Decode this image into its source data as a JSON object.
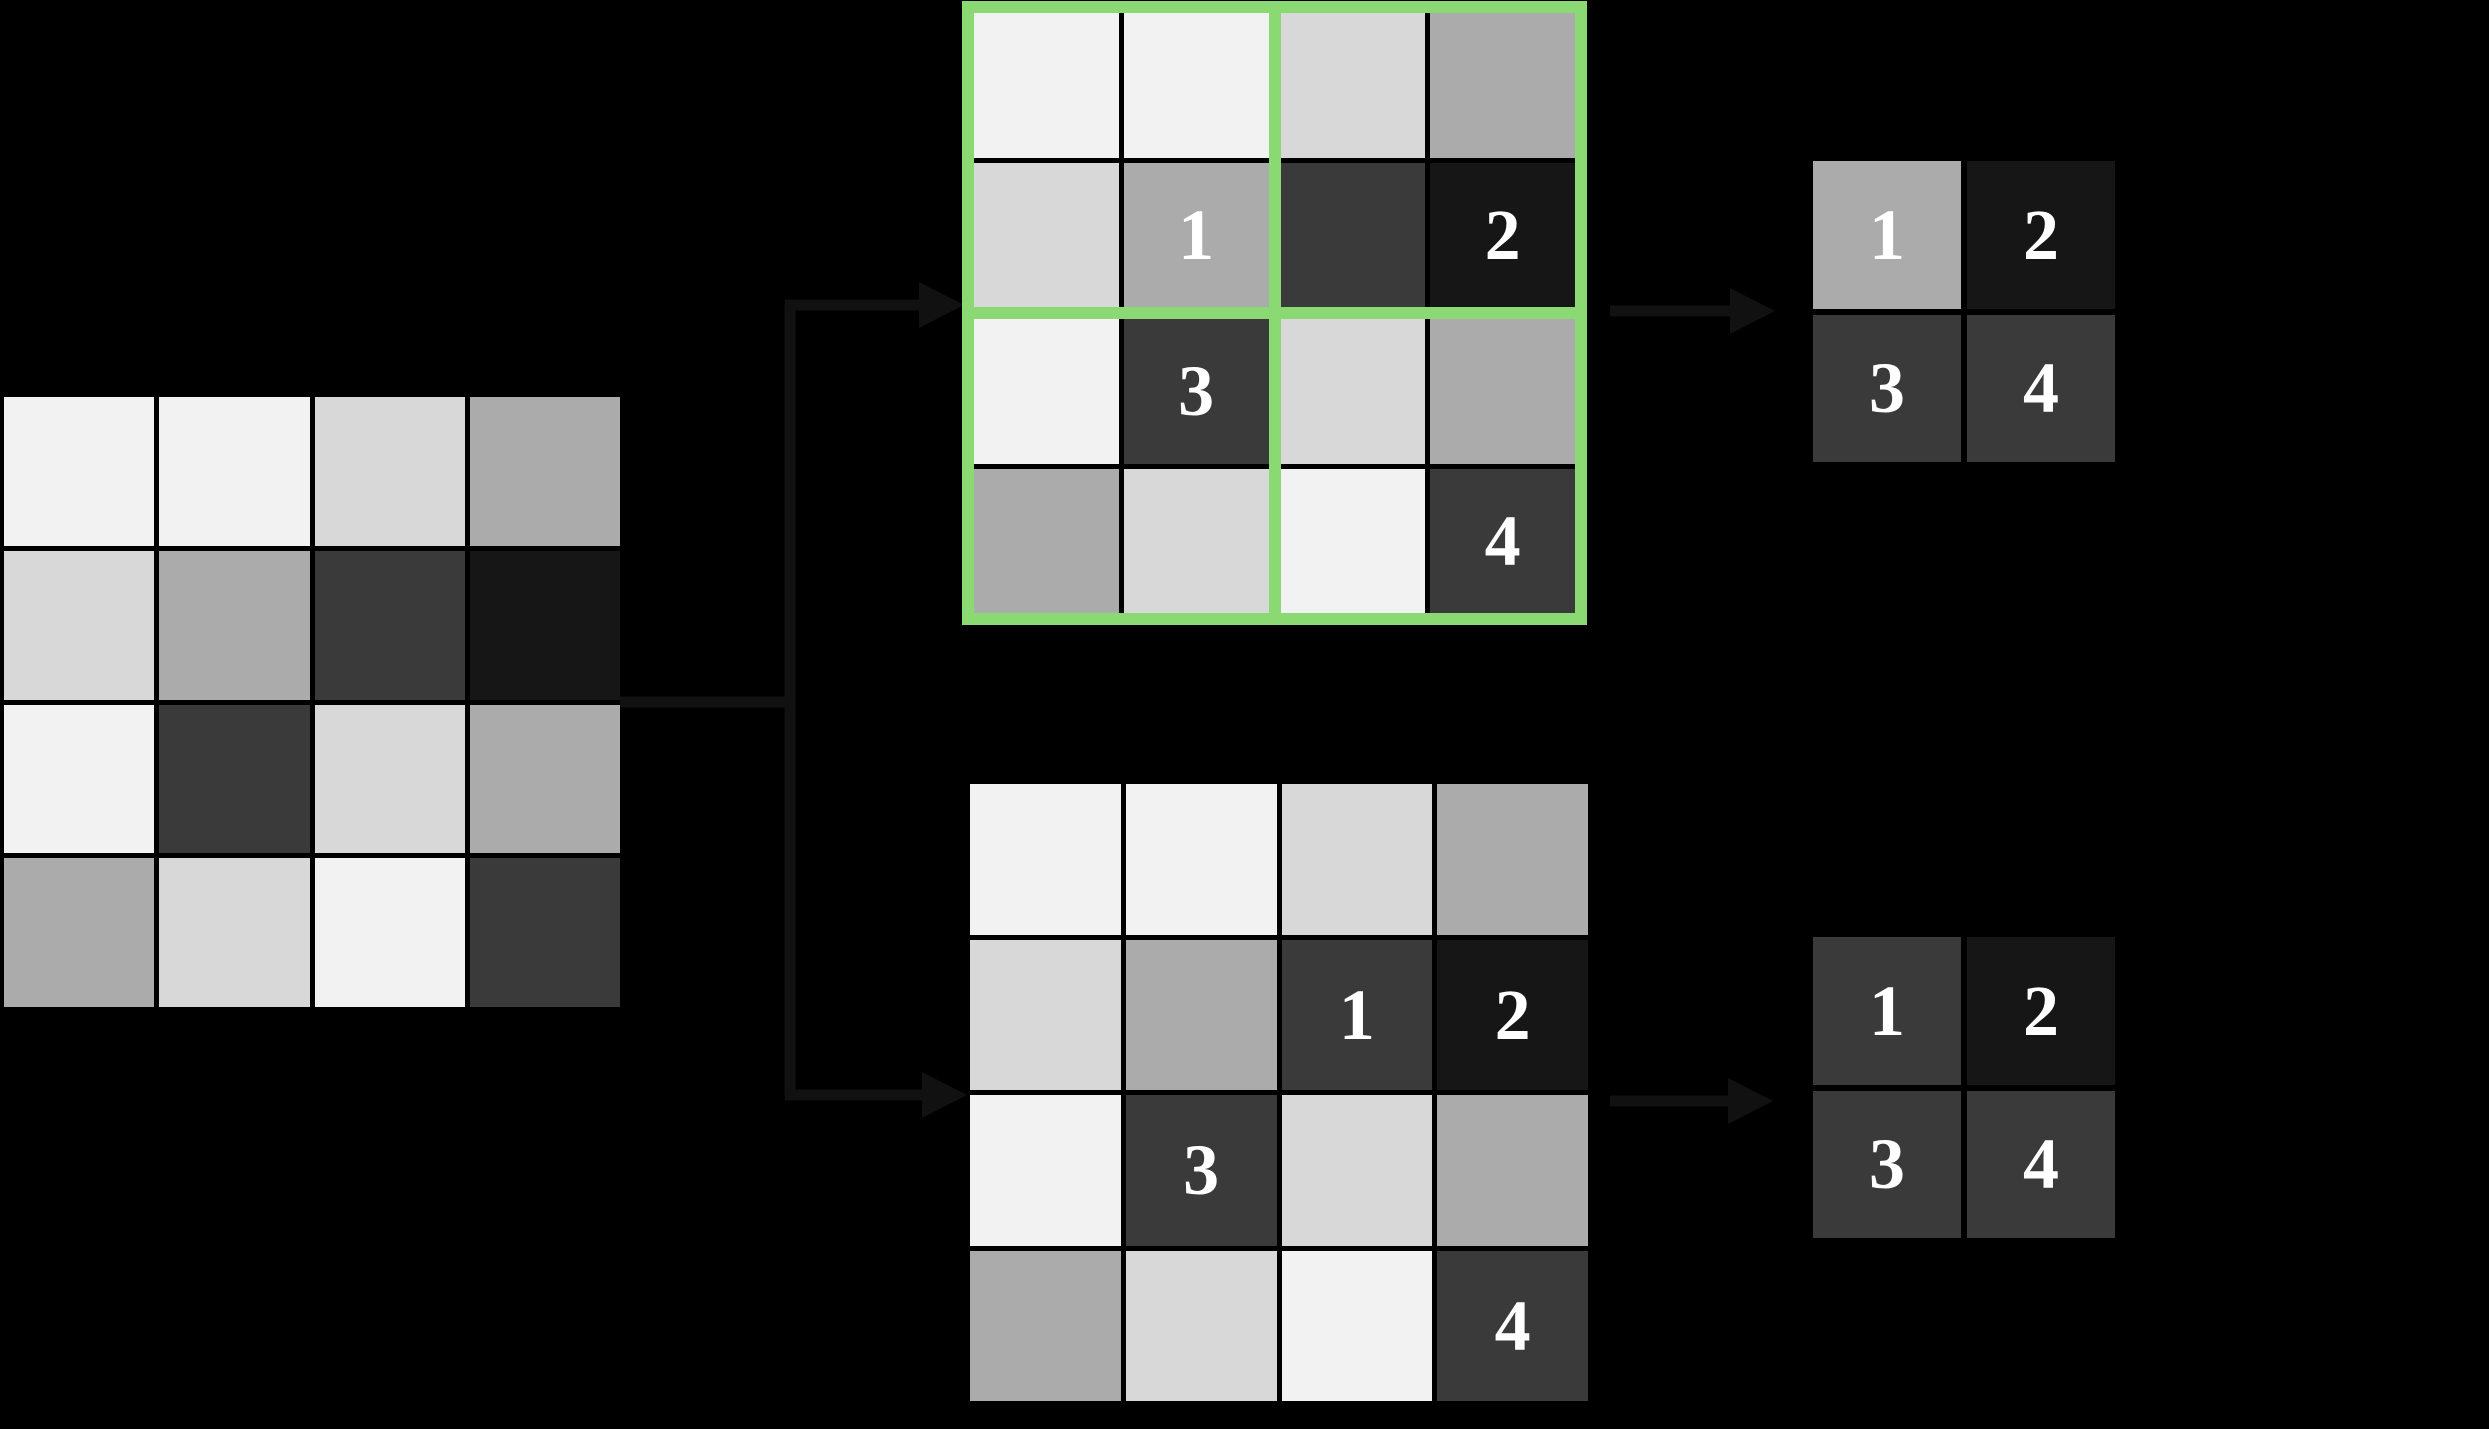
{
  "colors": {
    "background": "#000000",
    "arrow": "#111111",
    "region_highlight": "#8bd973",
    "label_text": "#ffffff"
  },
  "input_grid": {
    "cells": [
      [
        "#f2f2f2",
        "#f2f2f2",
        "#d8d8d8",
        "#ababab"
      ],
      [
        "#d8d8d8",
        "#ababab",
        "#3a3a3a",
        "#161616"
      ],
      [
        "#f2f2f2",
        "#3a3a3a",
        "#d8d8d8",
        "#ababab"
      ],
      [
        "#ababab",
        "#d8d8d8",
        "#f2f2f2",
        "#3a3a3a"
      ]
    ],
    "labels": [
      [
        "",
        "",
        "",
        ""
      ],
      [
        "",
        "",
        "",
        ""
      ],
      [
        "",
        "",
        "",
        ""
      ],
      [
        "",
        "",
        "",
        ""
      ]
    ]
  },
  "region_grid": {
    "cells": [
      [
        "#f2f2f2",
        "#f2f2f2",
        "#d8d8d8",
        "#ababab"
      ],
      [
        "#d8d8d8",
        "#ababab",
        "#3a3a3a",
        "#161616"
      ],
      [
        "#f2f2f2",
        "#3a3a3a",
        "#d8d8d8",
        "#ababab"
      ],
      [
        "#ababab",
        "#d8d8d8",
        "#f2f2f2",
        "#3a3a3a"
      ]
    ],
    "labels": [
      [
        "",
        "",
        "",
        ""
      ],
      [
        "",
        "1",
        "",
        "2"
      ],
      [
        "",
        "3",
        "",
        ""
      ],
      [
        "",
        "",
        "",
        "4"
      ]
    ]
  },
  "plain_grid": {
    "cells": [
      [
        "#f2f2f2",
        "#f2f2f2",
        "#d8d8d8",
        "#ababab"
      ],
      [
        "#d8d8d8",
        "#ababab",
        "#3a3a3a",
        "#161616"
      ],
      [
        "#f2f2f2",
        "#3a3a3a",
        "#d8d8d8",
        "#ababab"
      ],
      [
        "#ababab",
        "#d8d8d8",
        "#f2f2f2",
        "#3a3a3a"
      ]
    ],
    "labels": [
      [
        "",
        "",
        "",
        ""
      ],
      [
        "",
        "",
        "1",
        "2"
      ],
      [
        "",
        "3",
        "",
        ""
      ],
      [
        "",
        "",
        "",
        "4"
      ]
    ]
  },
  "output_top": {
    "cells": [
      [
        "#ababab",
        "#161616"
      ],
      [
        "#3a3a3a",
        "#3a3a3a"
      ]
    ],
    "labels": [
      [
        "1",
        "2"
      ],
      [
        "3",
        "4"
      ]
    ]
  },
  "output_bottom": {
    "cells": [
      [
        "#3a3a3a",
        "#161616"
      ],
      [
        "#3a3a3a",
        "#3a3a3a"
      ]
    ],
    "labels": [
      [
        "1",
        "2"
      ],
      [
        "3",
        "4"
      ]
    ]
  }
}
